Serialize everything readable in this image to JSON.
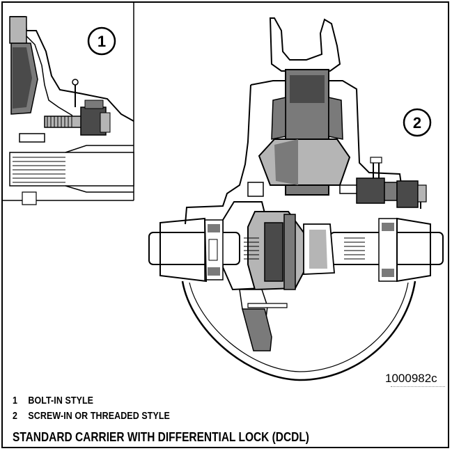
{
  "callouts": {
    "one": "1",
    "two": "2"
  },
  "figure_id": "1000982c",
  "legend": [
    {
      "num": "1",
      "label": "BOLT-IN STYLE"
    },
    {
      "num": "2",
      "label": "SCREW-IN OR THREADED STYLE"
    }
  ],
  "caption": "STANDARD CARRIER WITH DIFFERENTIAL LOCK (DCDL)",
  "colors": {
    "line": "#000000",
    "part_dark": "#4a4a4a",
    "part_mid": "#7a7a7a",
    "part_light": "#b5b5b5",
    "background": "#ffffff"
  }
}
